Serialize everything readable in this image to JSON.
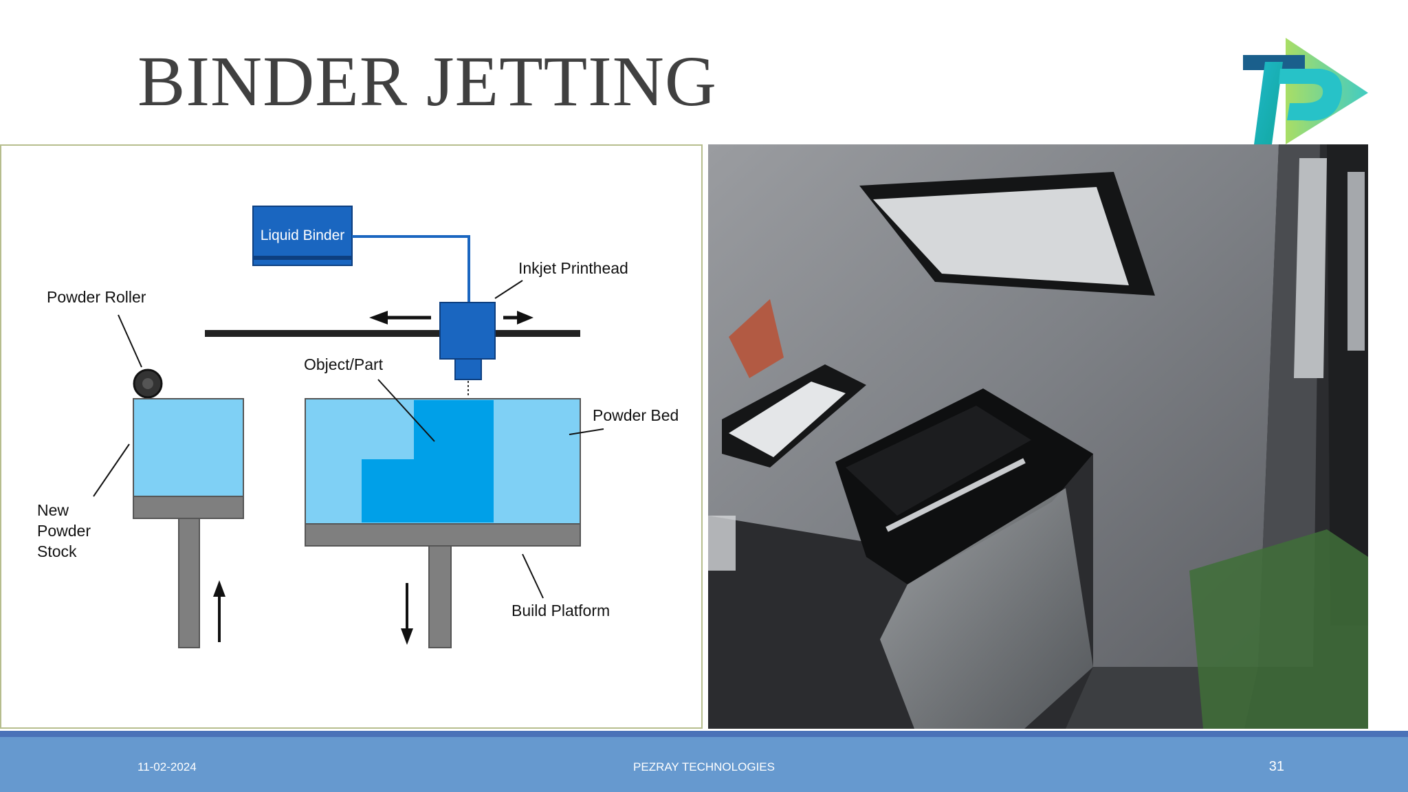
{
  "slide": {
    "title": "BINDER JETTING"
  },
  "diagram": {
    "labels": {
      "liquid_binder": "Liquid Binder",
      "inkjet_printhead": "Inkjet Printhead",
      "powder_roller": "Powder Roller",
      "object_part": "Object/Part",
      "powder_bed": "Powder Bed",
      "new_powder_stock": [
        "New",
        "Powder",
        "Stock"
      ],
      "build_platform": "Build Platform"
    },
    "colors": {
      "powder_light": "#7fd0f5",
      "object_blue": "#00a0e8",
      "binder_box": "#1a66c0",
      "platform_gray": "#7f7f7f"
    }
  },
  "footer": {
    "date": "11-02-2024",
    "company": "PEZRAY TECHNOLOGIES",
    "page": "31"
  },
  "colors": {
    "footer_bg": "#6699cf",
    "footer_line": "#4a72b8",
    "title_text": "#404040"
  }
}
